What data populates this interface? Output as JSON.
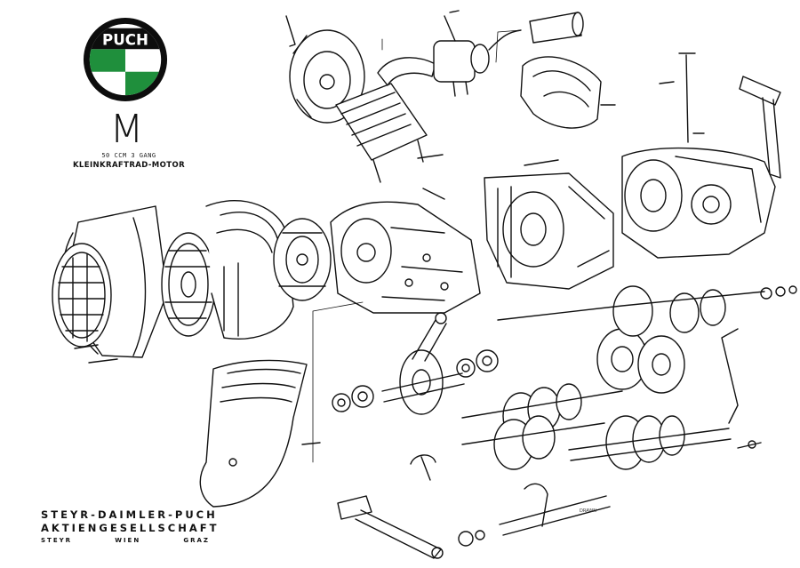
{
  "logo": {
    "text": "PUCH",
    "colors": {
      "green": "#1f8f3c",
      "black": "#0d0d0d",
      "white": "#ffffff"
    }
  },
  "model": {
    "letter": "M",
    "spec": "50 CCM  3 GANG",
    "title": "KLEINKRAFTRAD-MOTOR"
  },
  "company": {
    "line1": "STEYR-DAIMLER-PUCH",
    "line2": "AKTIENGESELLSCHAFT",
    "cities": [
      "STEYR",
      "WIEN",
      "GRAZ"
    ]
  },
  "drawing": {
    "stamp": "DRAWN"
  }
}
